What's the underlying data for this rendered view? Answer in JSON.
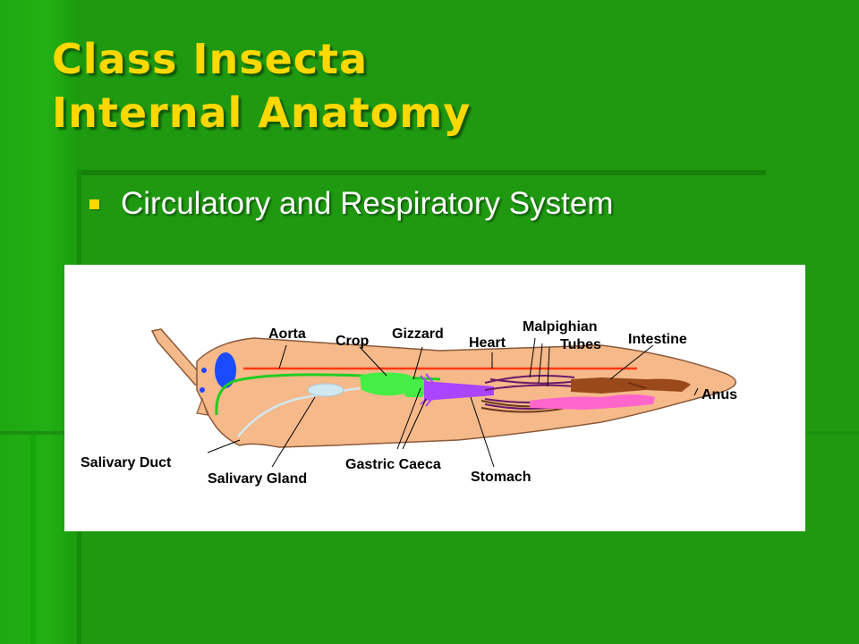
{
  "slide": {
    "title_line1": "Class Insecta",
    "title_line2": "Internal Anatomy",
    "bullet": "Circulatory and Respiratory System"
  },
  "diagram": {
    "labels": {
      "aorta": "Aorta",
      "crop": "Crop",
      "gizzard": "Gizzard",
      "heart": "Heart",
      "malpighian_line1": "Malpighian",
      "malpighian_line2": "Tubes",
      "intestine": "Intestine",
      "anus": "Anus",
      "salivary_duct": "Salivary Duct",
      "salivary_gland": "Salivary Gland",
      "gastric_caeca": "Gastric Caeca",
      "stomach": "Stomach"
    }
  },
  "colors": {
    "title": "#ffd800",
    "background": "#1f9a10",
    "body_fill": "#f5b98a",
    "aorta": "#ff3a10",
    "nerve": "#22cc22",
    "crop": "#44ee44",
    "stomach": "#aa44ff",
    "malpighian": "#6a1a6a",
    "intestine": "#9a4a1a",
    "salivary_gland": "#d0e8f0"
  }
}
